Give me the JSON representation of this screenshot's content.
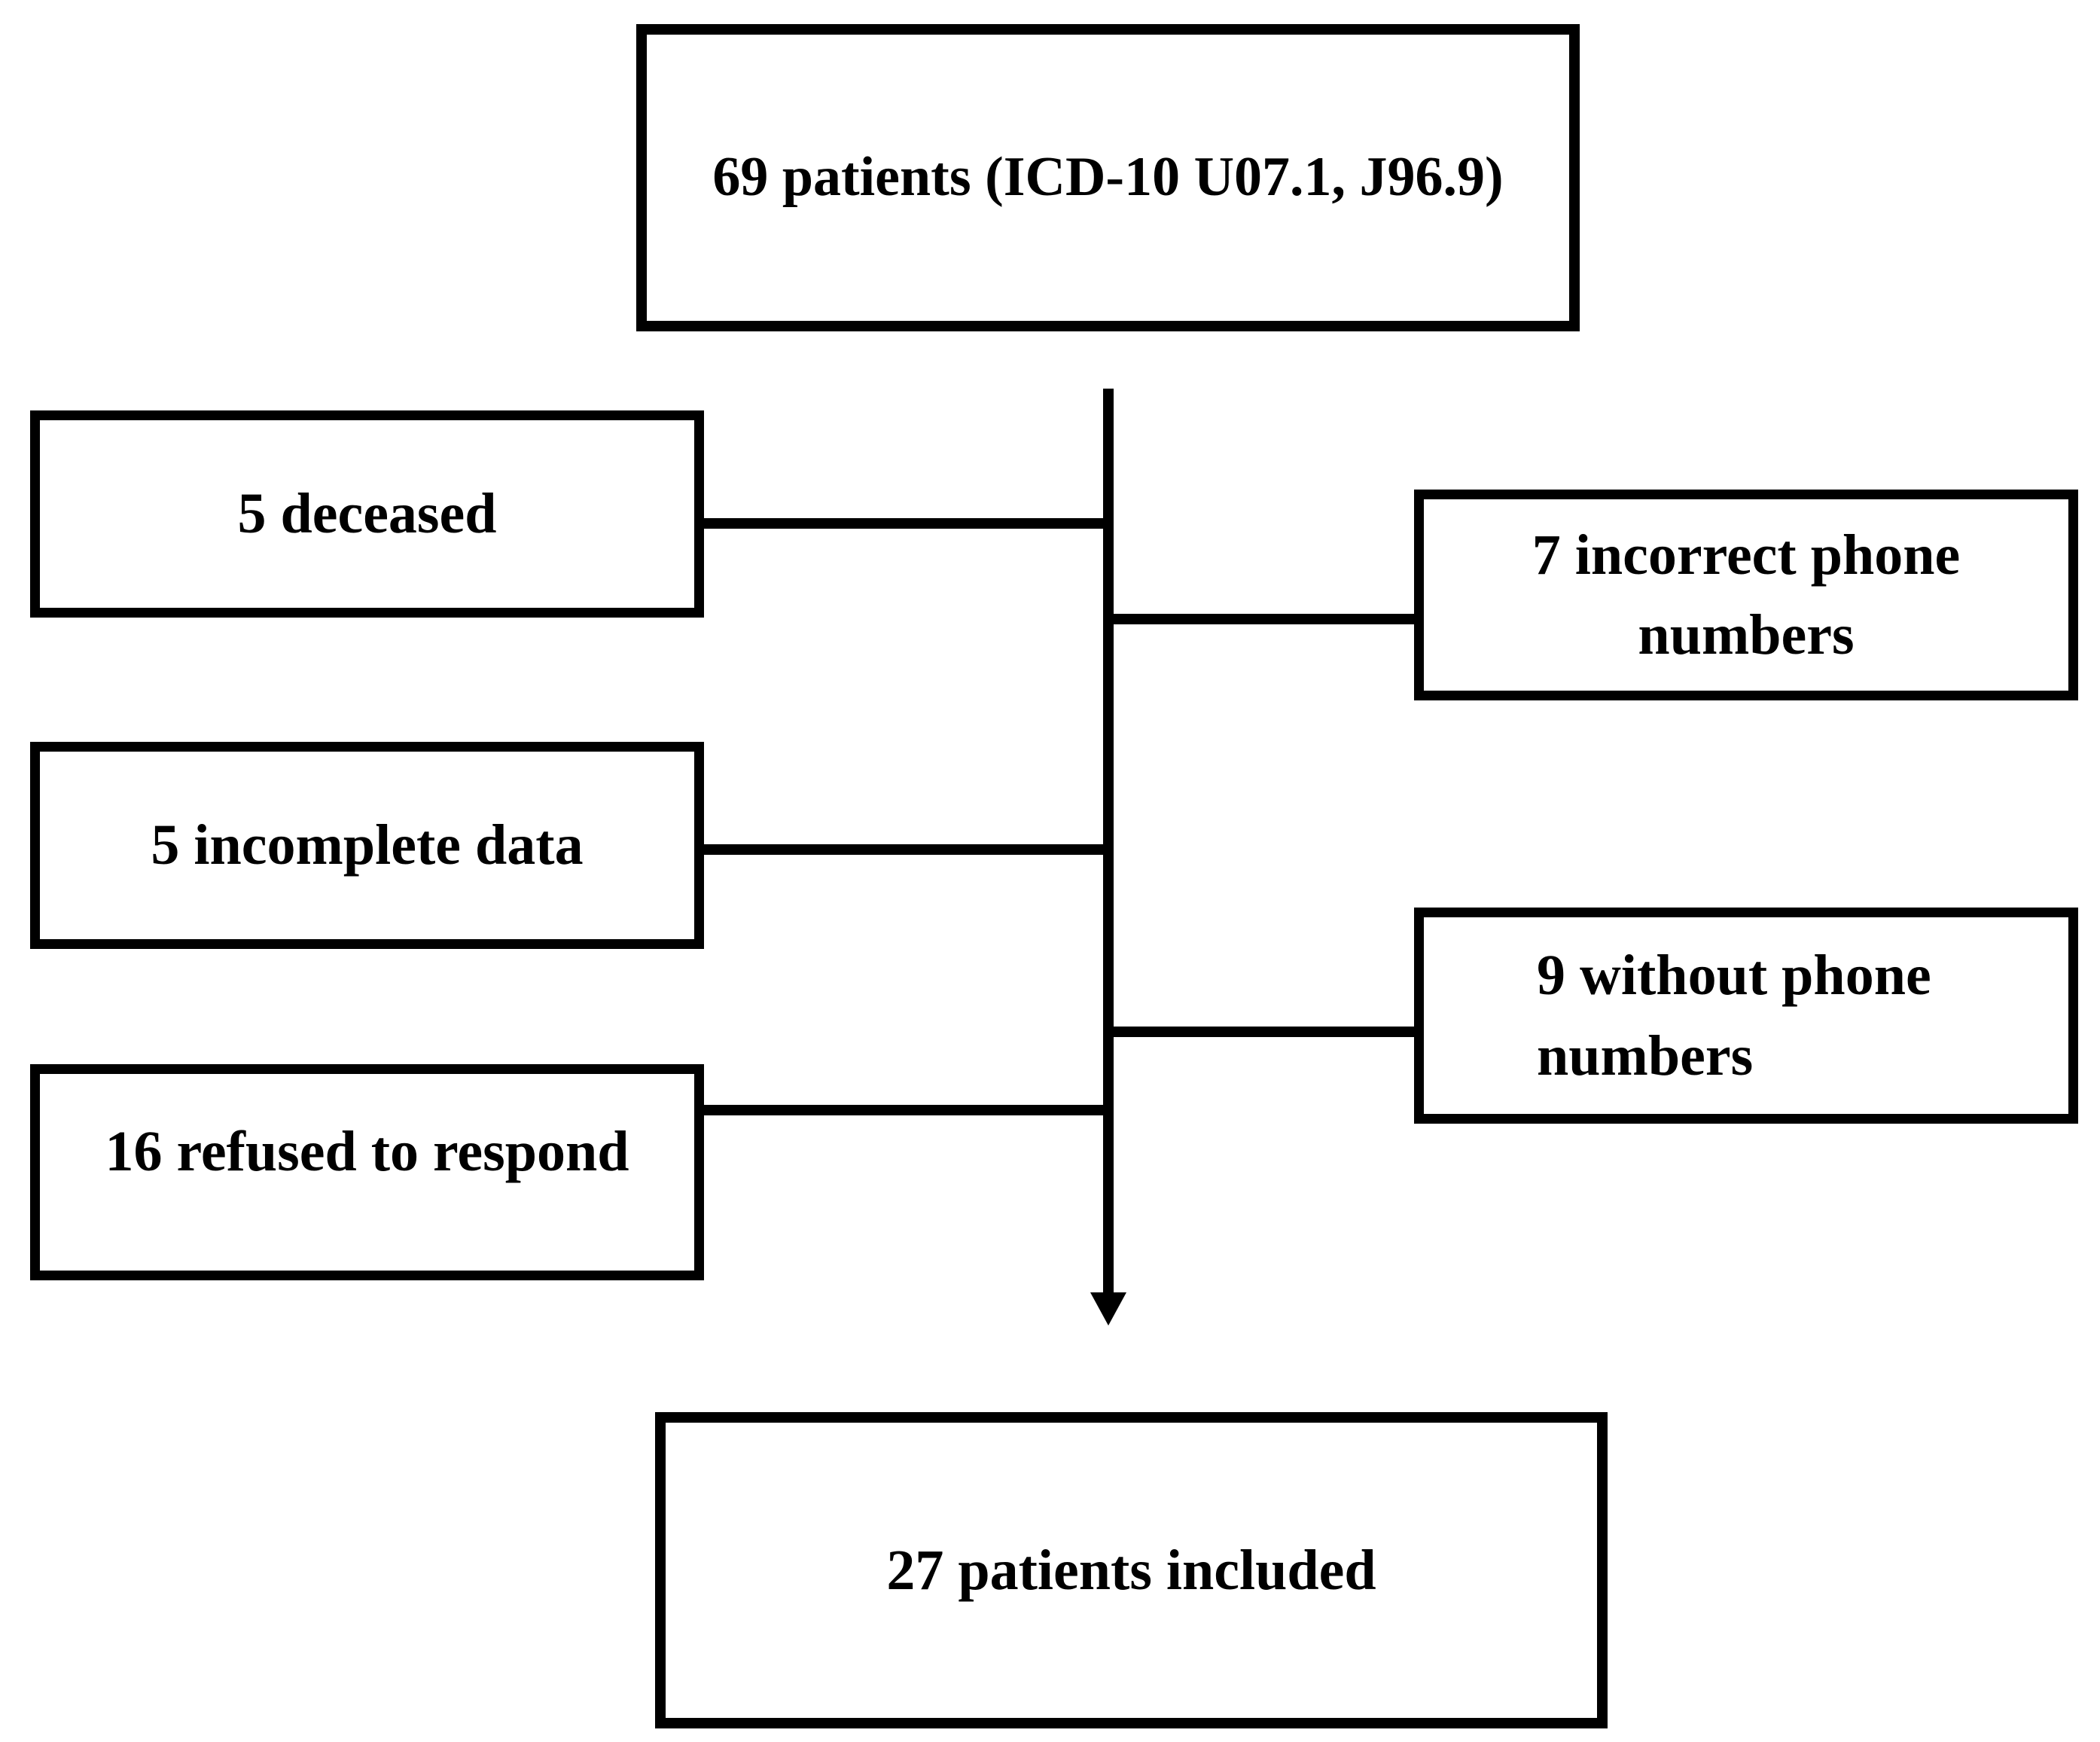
{
  "diagram": {
    "title_box": {
      "label": "69 patients (ICD-10 U07.1, J96.9)"
    },
    "left_boxes": [
      {
        "label": "5 deceased"
      },
      {
        "label": "5 incomplete data"
      },
      {
        "label": "16 refused to respond"
      }
    ],
    "right_boxes": [
      {
        "label": "7 incorrect phone numbers"
      },
      {
        "label": "9 without phone numbers"
      }
    ],
    "bottom_box": {
      "label": "27 patients included"
    },
    "colors": {
      "line": "#000000",
      "text": "#000000",
      "background": "#ffffff"
    }
  }
}
